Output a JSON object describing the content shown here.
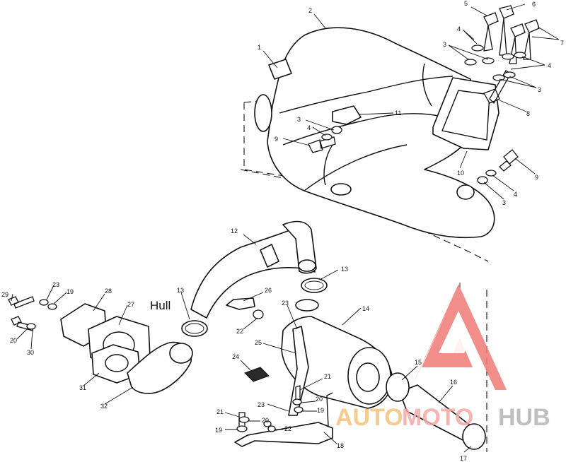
{
  "diagram": {
    "hull_label": "Hull",
    "callouts": [
      {
        "id": "c1",
        "text": "1"
      },
      {
        "id": "c2",
        "text": "2"
      },
      {
        "id": "c3a",
        "text": "3"
      },
      {
        "id": "c3b",
        "text": "3"
      },
      {
        "id": "c3c",
        "text": "3"
      },
      {
        "id": "c3d",
        "text": "3"
      },
      {
        "id": "c4a",
        "text": "4"
      },
      {
        "id": "c4b",
        "text": "4"
      },
      {
        "id": "c4c",
        "text": "4"
      },
      {
        "id": "c4d",
        "text": "4"
      },
      {
        "id": "c5",
        "text": "5"
      },
      {
        "id": "c6",
        "text": "6"
      },
      {
        "id": "c7",
        "text": "7"
      },
      {
        "id": "c8",
        "text": "8"
      },
      {
        "id": "c9a",
        "text": "9"
      },
      {
        "id": "c9b",
        "text": "9"
      },
      {
        "id": "c10",
        "text": "10"
      },
      {
        "id": "c11",
        "text": "11"
      },
      {
        "id": "c12",
        "text": "12"
      },
      {
        "id": "c13a",
        "text": "13"
      },
      {
        "id": "c13b",
        "text": "13"
      },
      {
        "id": "c14",
        "text": "14"
      },
      {
        "id": "c15",
        "text": "15"
      },
      {
        "id": "c16",
        "text": "16"
      },
      {
        "id": "c17",
        "text": "17"
      },
      {
        "id": "c18",
        "text": "18"
      },
      {
        "id": "c19a",
        "text": "19"
      },
      {
        "id": "c19b",
        "text": "19"
      },
      {
        "id": "c19c",
        "text": "19"
      },
      {
        "id": "c20a",
        "text": "20"
      },
      {
        "id": "c20b",
        "text": "20"
      },
      {
        "id": "c20c",
        "text": "20"
      },
      {
        "id": "c21a",
        "text": "21"
      },
      {
        "id": "c21b",
        "text": "21"
      },
      {
        "id": "c22a",
        "text": "22"
      },
      {
        "id": "c22b",
        "text": "22"
      },
      {
        "id": "c23a",
        "text": "23"
      },
      {
        "id": "c23b",
        "text": "23"
      },
      {
        "id": "c23c",
        "text": "23"
      },
      {
        "id": "c24",
        "text": "24"
      },
      {
        "id": "c25",
        "text": "25"
      },
      {
        "id": "c26",
        "text": "26"
      },
      {
        "id": "c27",
        "text": "27"
      },
      {
        "id": "c28",
        "text": "28"
      },
      {
        "id": "c29",
        "text": "29"
      },
      {
        "id": "c30",
        "text": "30"
      },
      {
        "id": "c31",
        "text": "31"
      },
      {
        "id": "c32",
        "text": "32"
      }
    ]
  },
  "watermark": {
    "brand_part1": "AUTO",
    "brand_part2": "MOTO",
    "brand_part3": "HUB",
    "colors": {
      "auto": "#f5c27a",
      "moto": "#f4a9a5",
      "hub": "#b5b5b5",
      "logo": "#f07b76"
    }
  }
}
